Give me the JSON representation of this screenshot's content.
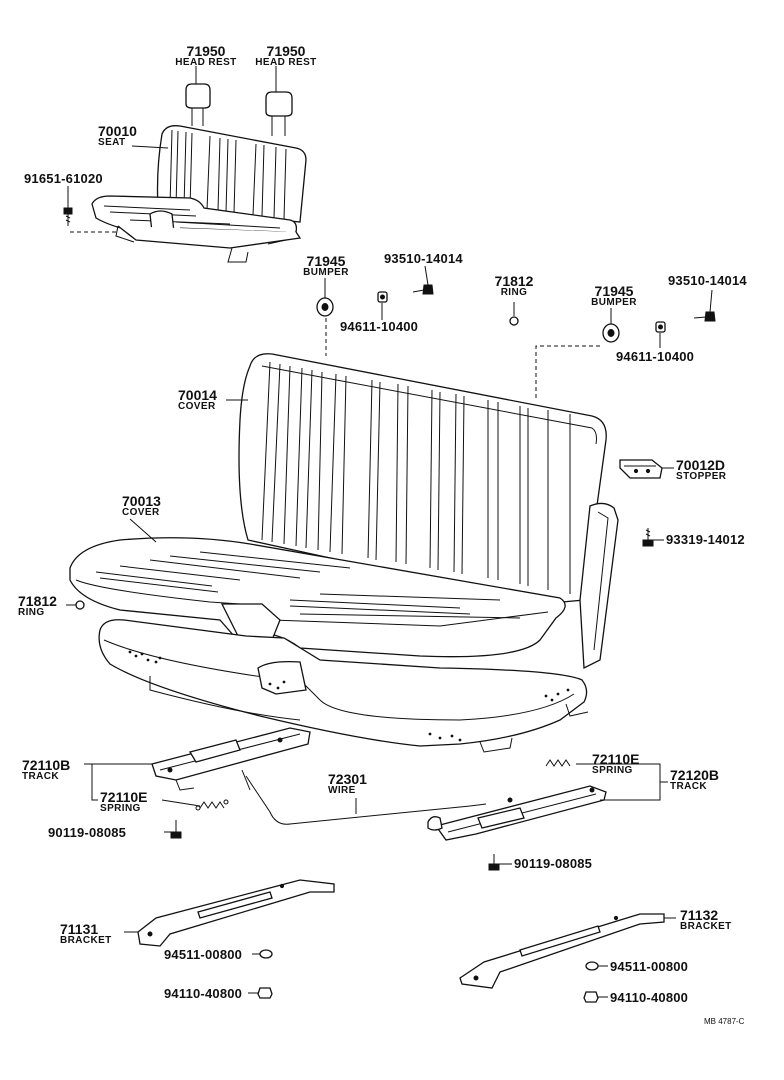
{
  "labels": {
    "p71950a": "71950",
    "n71950a": "HEAD REST",
    "p71950b": "71950",
    "n71950b": "HEAD REST",
    "p70010": "70010",
    "n70010": "SEAT",
    "p91651": "91651-61020",
    "p71945a": "71945",
    "n71945a": "BUMPER",
    "p93510a": "93510-14014",
    "p94611a": "94611-10400",
    "p71812a": "71812",
    "n71812a": "RING",
    "p71945b": "71945",
    "n71945b": "BUMPER",
    "p93510b": "93510-14014",
    "p94611b": "94611-10400",
    "p70014": "70014",
    "n70014": "COVER",
    "p70012d": "70012D",
    "n70012d": "STOPPER",
    "p70013": "70013",
    "n70013": "COVER",
    "p93319": "93319-14012",
    "p71812b": "71812",
    "n71812b": "RING",
    "p72110b": "72110B",
    "n72110b": "TRACK",
    "p72110ea": "72110E",
    "n72110ea": "SPRING",
    "p72301": "72301",
    "n72301": "WIRE",
    "p72110eb": "72110E",
    "n72110eb": "SPRING",
    "p72120b": "72120B",
    "n72120b": "TRACK",
    "p90119a": "90119-08085",
    "p90119b": "90119-08085",
    "p71131": "71131",
    "n71131": "BRACKET",
    "p71132": "71132",
    "n71132": "BRACKET",
    "p94511a": "94511-00800",
    "p94511b": "94511-00800",
    "p94110a": "94110-40800",
    "p94110b": "94110-40800",
    "ref": "MB 4787-C"
  }
}
